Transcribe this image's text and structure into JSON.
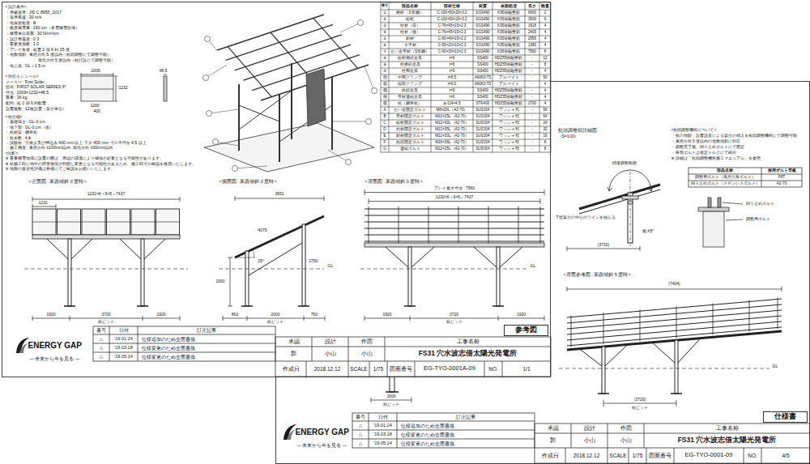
{
  "diagram": {
    "nodes": [
      {
        "text": [
          "参考図"
        ]
      },
      {
        "text": [
          "仕様書"
        ]
      }
    ],
    "labels": [
      "<設計条件>",
      "・準拠基準 : JIS C 8955_2017",
      "・基準風速 : 30 m/s",
      "・地表面粗度 : Ⅲ",
      "・垂直積雪量 : 150 cm（多雪積雪区域）",
      "・積雪単位荷重 : 30 N/m²/cm",
      "・設計用震度 : 0.3",
      "・重要度係数 : 1.0",
      "・アレイ角度 : 縦置 2 段 6 列 25 度",
      "・地盤傾斜 : 東西方向 5 度以内（杭頭調整にて調整可能）",
      "南北方向 5 度以内（杭打設にて調整可能）",
      "・地上高 : GL＋1.5 m",
      "<対応モジュール>",
      "メーカー : First Solar",
      "型式 : FIRST SOLAR SERIES 6*",
      "寸法 : 2009×1232×48.5",
      "重量 : 36 kg",
      "配列 : 縦 2 段 6 列配置",
      "設置枚数 : 12枚設置（架台単位）",
      "<杭仕様>",
      "・基礎深さ : GL-0 cm",
      "・地下部 : GL-0 cm（仮）",
      "・杭材質 : 鋼管杭",
      "・杭本数 : 4本",
      "・試験杭 : 引抜き及び押込み 400 mm 以上 下方 400 mm での平均を 4.5 以上",
      "・施工精度 : 東西方向 ±100mm以内, 南北方向 ±30mm以内",
      "<注釈>",
      "※ 重量積雪地域に設置の際は、周辺の環境により補強が必要となる可能性があります。",
      "※ 杭施工時に地中の障害物等が判明し変更となる可能性があるため、施工時での確認を推奨いたします。",
      "※ 地盤の安全性評価は各様にてご確認をお願いいたします。",
      "2009",
      "48.5",
      "1232",
      "1200",
      "400",
      "番号",
      "部品名称",
      "部材仕様",
      "材質",
      "表面処理",
      "長さ",
      "数量",
      "①",
      "横桁（S形鋼）",
      "C-100×50×20×3.2",
      "SGS490",
      "K35溶融亜鉛",
      "6600",
      "2",
      "②",
      "縦桁",
      "C-100×50×20×3.2",
      "SGS490",
      "K35溶融亜鉛",
      "3500",
      "6",
      "③",
      "柱材（前）",
      "C-76×45×15×2.3",
      "SGS490",
      "K35溶融亜鉛",
      "1616",
      "4",
      "④",
      "柱材（後）",
      "C-76×45×15×2.3",
      "SGS490",
      "K35溶融亜鉛",
      "2405",
      "4",
      "⑤",
      "斜材",
      "C-60×40×15×2.3",
      "SGS490",
      "K35溶融亜鉛",
      "2959",
      "4",
      "⑥",
      "水平材",
      "C-50×20×10×2.3",
      "SGS490",
      "K35溶融亜鉛",
      "1380",
      "4",
      "⑦",
      "セパ金受材（S形鋼）",
      "C-60×30×10×2.3",
      "SGS490",
      "K35溶融亜鉛",
      "7560",
      "8",
      "⑧",
      "縦桁接続金具",
      "t=6",
      "SS400",
      "HDZ55溶融亜鉛",
      "-",
      "12",
      "⑨",
      "柱接続金具",
      "t=6",
      "SS400",
      "HDZ55溶融亜鉛",
      "-",
      "8",
      "⑩",
      "柱脚金具",
      "t=9",
      "SS400",
      "HDZ55溶融亜鉛",
      "-",
      "4",
      "⑪",
      "中間クランプ",
      "t=6.5",
      "A6063-T5",
      "アルマイト",
      "-",
      "50",
      "⑫",
      "端部クランプ",
      "t=6.5",
      "A6063-T5",
      "アルマイト",
      "-",
      "4",
      "⑬",
      "杭頭金具",
      "t=9",
      "SS400",
      "HDZ55溶融亜鉛",
      "-",
      "4",
      "⑭",
      "受材連結金具",
      "t=6",
      "SS400",
      "HDZ55溶融亜鉛",
      "-",
      "4",
      "⑮",
      "杭（鋼管杭）",
      "φ-114×4.5",
      "STK400",
      "HDZ55溶融亜鉛",
      "2700",
      "4",
      "A",
      "セパ金固定ボルト",
      "M8×20L（A2-70）",
      "SUS304",
      "ワッシャ類",
      "-",
      "56",
      "B",
      "受材固定ボルト",
      "M10×25L（A2-70）",
      "SUS304",
      "ワッシャ類",
      "-",
      "64",
      "C",
      "縦桁固定ボルト",
      "M12×30L（A2-70）",
      "SUS304",
      "ワッシャ類",
      "-",
      "24",
      "D",
      "柱材固定ボルト",
      "M12×35L（A2-70）",
      "SUS304",
      "ワッシャ類",
      "-",
      "32",
      "E",
      "斜材固定ボルト",
      "M12×30L（A2-70）",
      "SUS304",
      "ワッシャ類",
      "-",
      "16",
      "F",
      "杭頭固定ボルト",
      "M16×35L（A2-70）",
      "SUS304",
      "ワッシャ類",
      "-",
      "8",
      "G",
      "連結ボルト",
      "M12×25L（A2-70）",
      "SUS304",
      "ワッシャ類",
      "-",
      "8",
      "<正面図 : 東西傾斜 0 度時>",
      "1232×6＋9×5＝7437",
      "1232",
      "1920",
      "3720",
      "1920",
      "杭ピッチ",
      "<側面図 : 東西傾斜 0 度時>",
      "3651",
      "4079",
      "25°",
      "1500",
      "2750",
      "GL",
      "862",
      "2000",
      "750",
      "杭ピッチ",
      "<背面図 : 東西傾斜 0 度時>",
      "アレイ最大寸法 : 7560",
      "1232×6＋9×5＝7437",
      "GL",
      "1920",
      "3720",
      "1920",
      "杭ピッチ",
      "番号",
      "日付",
      "訂正記事",
      "△",
      "'19.01.24",
      "仕様追加のため全面書換",
      "△",
      "'19.03.18",
      "仕様変更のため全面書換",
      "△",
      "'19.05.14",
      "仕様変更のため全面書換",
      "ENERGY GAP",
      "― 未来から今を見る ―",
      "承認",
      "設計",
      "作図",
      "工事名称",
      "郭",
      "小山",
      "小山",
      "FS31 穴水波志借太陽光発電所",
      "作成日",
      "2018.12.12",
      "SCALE",
      "1/75",
      "図面番号",
      "EG-TYO-0001A-09",
      "NO.",
      "1/1",
      "2000",
      "杭ピッチ",
      "杭頭調整部詳細図",
      "（S=1/20）",
      "±5度調整範囲",
      "T型架台の中心のラインを揃える",
      "最大5°",
      "(3720)",
      "<杭頭調整機構について>",
      "・杭の傾斜、設置誤差による架台の傾きを杭頭調整機構にて調整可能",
      "・東西方向 5 度以内の地盤傾斜に対応",
      "・調整完了後、回り止めボルトにて固定",
      "・各部ボルトは規定トルクにて締付",
      "※ 詳細は「杭頭調整機構施工マニュアル」を参照",
      "部品名称",
      "採用ボルト等級",
      "調整用ボルト（高力六角ボルト）",
      "F8T",
      "回り止めボルト（ステンレスボルト）",
      "A2-70",
      "回り止めボルト",
      "調整用ボルト",
      "<背面参考図 : 東西傾斜 5 度時>",
      "(7404)",
      "(3720)",
      "杭ピッチ",
      "GL",
      "番号",
      "日付",
      "訂正記事",
      "△",
      "'19.01.24",
      "仕様追加のため全面書換",
      "△",
      "'19.03.18",
      "仕様変更のため全面書換",
      "△",
      "'19.05.14",
      "仕様変更のため全面書換",
      "ENERGY GAP",
      "― 未来から今を見る ―",
      "承認",
      "設計",
      "作図",
      "工事名称",
      "郭",
      "小山",
      "小山",
      "FS31 穴水波志借太陽光発電所",
      "作成日",
      "2018.12.12",
      "SCALE",
      "1/75",
      "図面番号",
      "EG-TYO-0001-09",
      "NO.",
      "4/5"
    ]
  }
}
